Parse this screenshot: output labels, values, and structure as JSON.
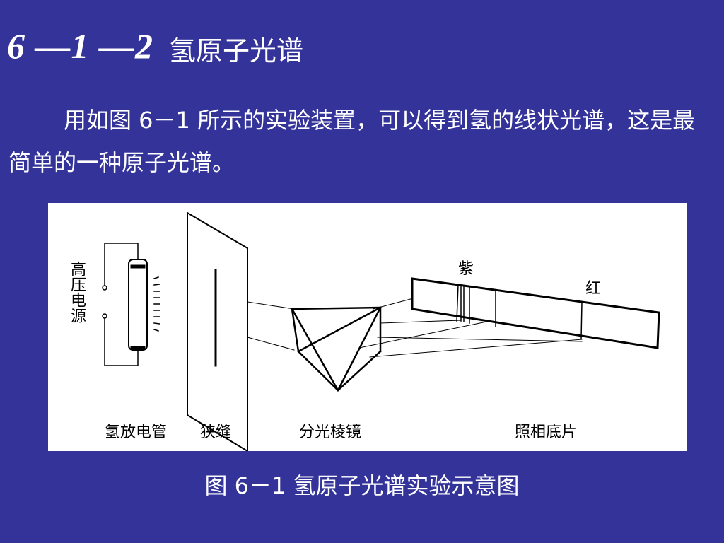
{
  "title": {
    "number": "6 —1 —2",
    "text": "氢原子光谱"
  },
  "paragraph": "用如图 6－1 所示的实验装置，可以得到氢的线状光谱，这是最简单的一种原子光谱。",
  "figure": {
    "labels": {
      "power_source": "高压电源",
      "discharge_tube": "氢放电管",
      "slit": "狭缝",
      "prism": "分光棱镜",
      "film": "照相底片",
      "violet": "紫",
      "red": "红"
    }
  },
  "caption": "图 6－1  氢原子光谱实验示意图"
}
